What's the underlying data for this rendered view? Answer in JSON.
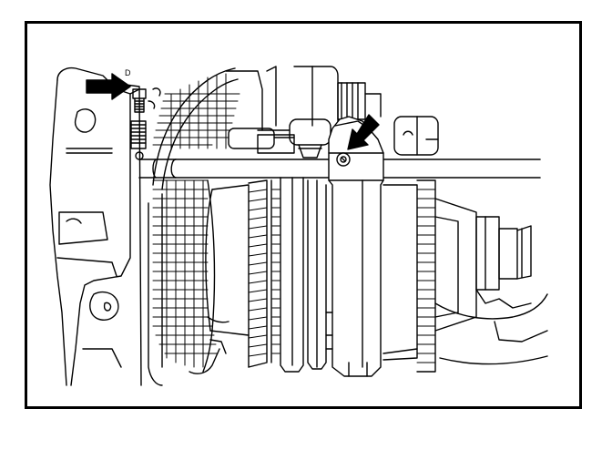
{
  "figure": {
    "border_color": "#000000",
    "line_color": "#000000",
    "background": "#ffffff"
  },
  "callouts": [
    {
      "label": "D",
      "icon": "arrow-right-icon",
      "points_to": "bolt"
    },
    {
      "label": "",
      "icon": "arrow-down-left-icon",
      "points_to": "clamp-screw"
    }
  ]
}
